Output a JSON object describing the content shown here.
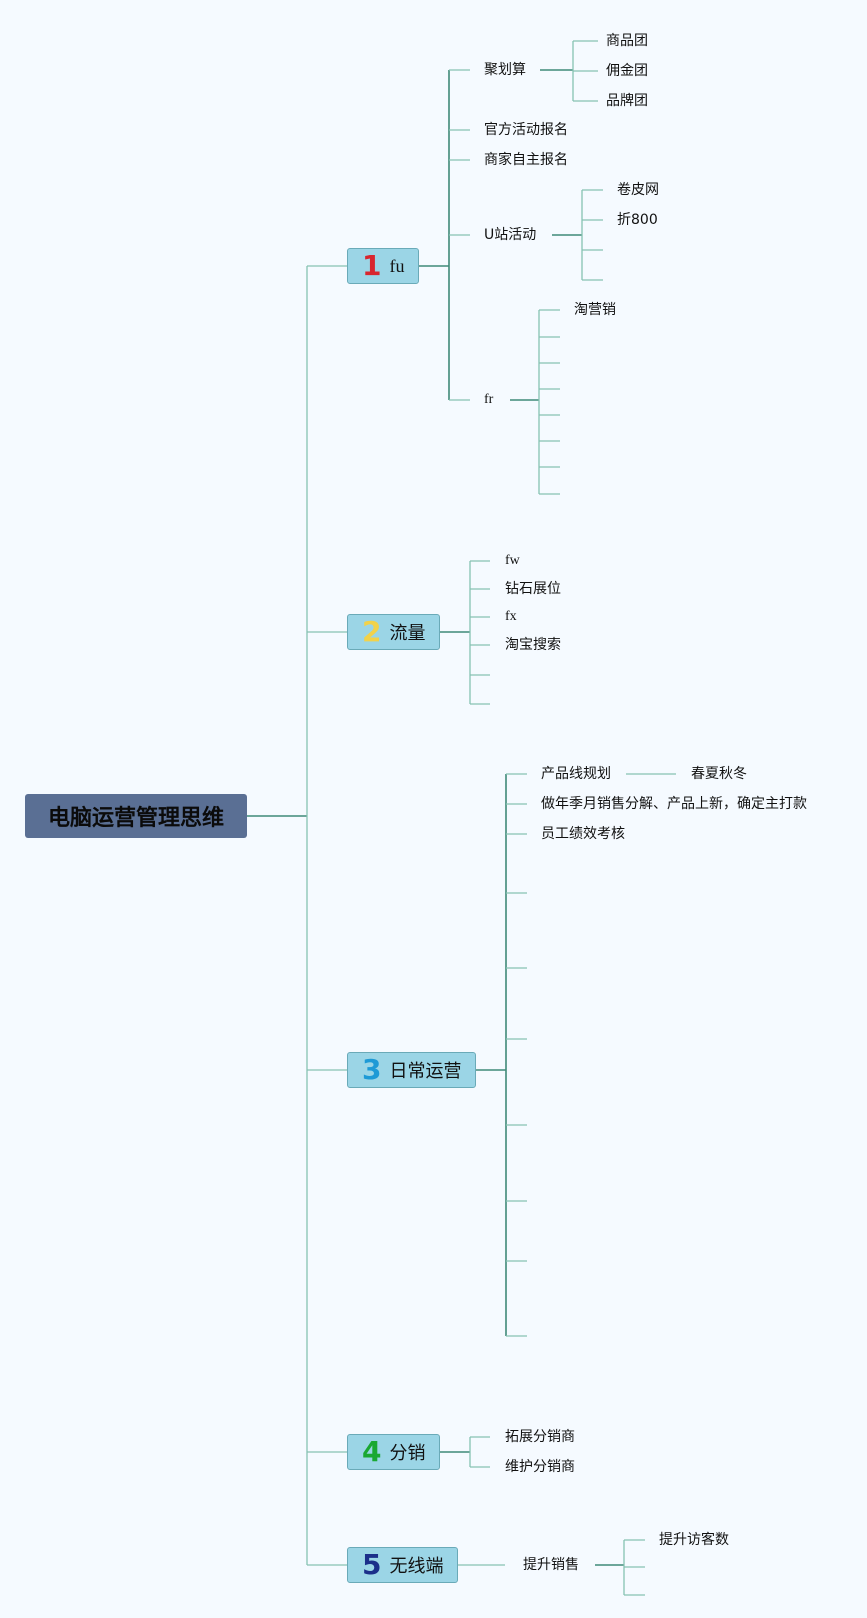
{
  "root": {
    "title": "电脑运营管理思维"
  },
  "branches": [
    {
      "number": "1",
      "number_color": "#d8262e",
      "label": "fu",
      "children": {
        "juhuasuan": {
          "label": "聚划算",
          "items": [
            "商品团",
            "佣金团",
            "品牌团"
          ]
        },
        "official": "官方活动报名",
        "merchant": "商家自主报名",
        "ustation": {
          "label": "U站活动",
          "items": [
            "卷皮网",
            "折800"
          ]
        },
        "fr": {
          "label": "fr",
          "items": [
            "淘营销"
          ]
        }
      }
    },
    {
      "number": "2",
      "number_color": "#f2d24a",
      "label": "流量",
      "children": [
        "fw",
        "钻石展位",
        "fx",
        "淘宝搜索"
      ]
    },
    {
      "number": "3",
      "number_color": "#1e9ad6",
      "label": "日常运营",
      "children": {
        "product_line": {
          "label": "产品线规划",
          "sub": "春夏秋冬"
        },
        "annual": "做年季月销售分解、产品上新，确定主打款",
        "staff": "员工绩效考核"
      }
    },
    {
      "number": "4",
      "number_color": "#1aa832",
      "label": "分销",
      "children": [
        "拓展分销商",
        "维护分销商"
      ]
    },
    {
      "number": "5",
      "number_color": "#1b2f8a",
      "label": "无线端",
      "children": {
        "boost": {
          "label": "提升销售",
          "items": [
            "提升访客数"
          ]
        }
      }
    }
  ],
  "colors": {
    "line": "#3f8a78",
    "thin_line": "#86c2b2",
    "topic_fill": "#9bd5e6",
    "root_fill": "#5a6f94"
  }
}
